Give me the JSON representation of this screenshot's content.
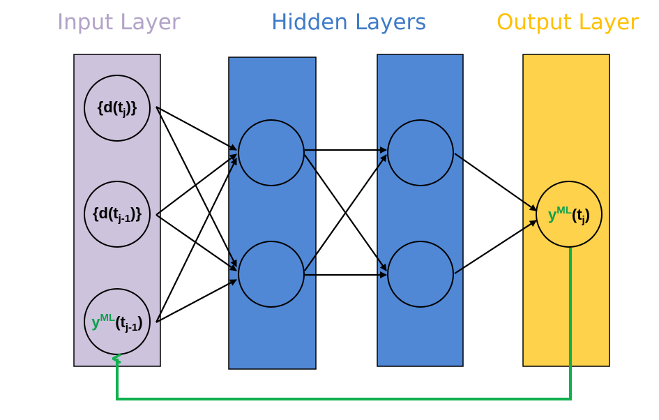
{
  "titles": {
    "input": "Input Layer",
    "hidden": "Hidden Layers",
    "output": "Output Layer"
  },
  "colors": {
    "input_panel": "#cdc3dc",
    "input_title": "#b3a3c8",
    "hidden_panel": "#5088d5",
    "hidden_title": "#3f7bc8",
    "output_panel": "#ffd24c",
    "output_title": "#ffc000",
    "feedback": "#10b04e",
    "ml_text": "#0ea04f"
  },
  "input_nodes": [
    {
      "prefix": "{d(t",
      "sub": "j",
      "suffix": ")}"
    },
    {
      "prefix": "{d(t",
      "sub": "j-1",
      "suffix": ")}"
    },
    {
      "ml_base": "y",
      "ml_sup": "ML",
      "prefix": "(t",
      "sub": "j-1",
      "suffix": ")"
    }
  ],
  "output_node": {
    "ml_base": "y",
    "ml_sup": "ML",
    "prefix": "(t",
    "sub": "j",
    "suffix": ")"
  }
}
